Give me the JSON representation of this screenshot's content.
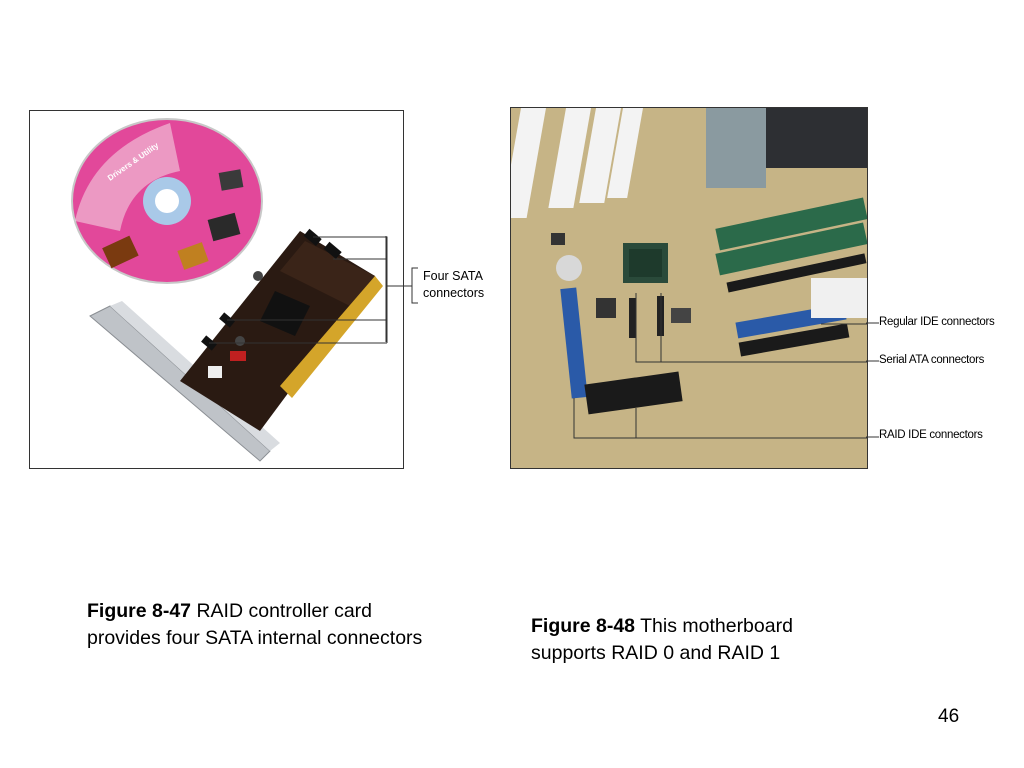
{
  "figure_47": {
    "image_description_only": "",
    "disc_label": "Drivers & Utility",
    "callout": [
      "Four SATA",
      "connectors"
    ],
    "caption_number": "Figure 8-47",
    "caption_text": " RAID controller card provides four SATA internal connectors"
  },
  "figure_48": {
    "callouts": {
      "regular_ide": "Regular IDE connectors",
      "serial_ata": "Serial ATA connectors",
      "raid_ide": "RAID IDE connectors"
    },
    "caption_number": "Figure 8-48",
    "caption_text": " This motherboard supports RAID 0 and RAID 1"
  },
  "page_number": "46"
}
